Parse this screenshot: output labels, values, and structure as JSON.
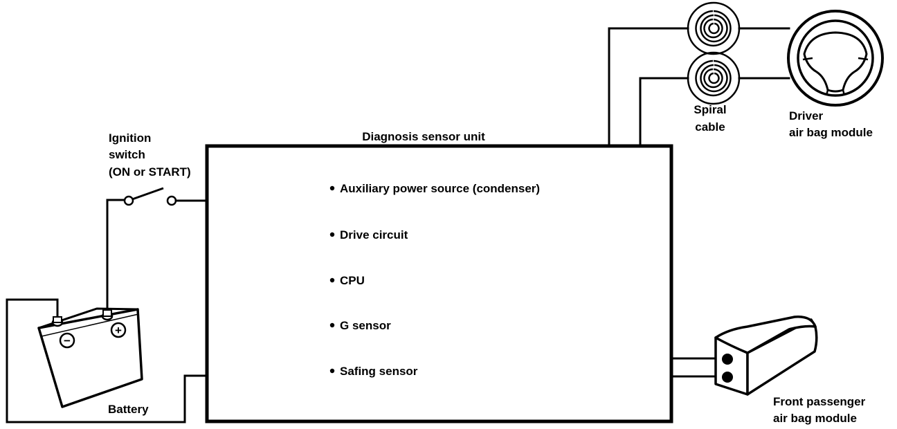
{
  "labels": {
    "ignition_line1": "Ignition",
    "ignition_line2": "switch",
    "ignition_line3": "(ON or START)",
    "unit_title": "Diagnosis sensor unit",
    "spiral_line1": "Spiral",
    "spiral_line2": "cable",
    "driver_line1": "Driver",
    "driver_line2": "air bag module",
    "battery": "Battery",
    "passenger_line1": "Front passenger",
    "passenger_line2": "air bag module"
  },
  "unit_items": [
    "Auxiliary power source (condenser)",
    "Drive circuit",
    "CPU",
    "G sensor",
    "Safing sensor"
  ],
  "battery_terminals": {
    "negative": "−",
    "positive": "+"
  }
}
